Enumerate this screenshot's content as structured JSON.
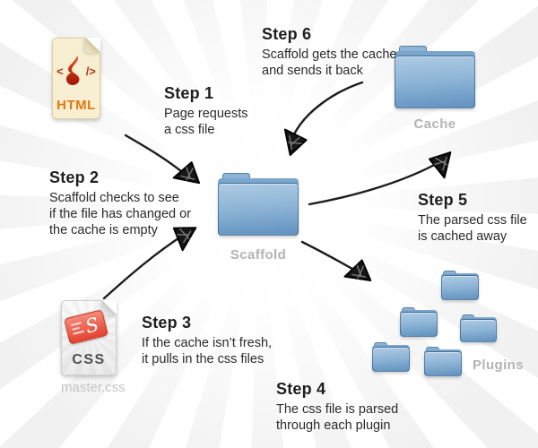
{
  "steps": [
    {
      "title": "Step 1",
      "lines": [
        "Page requests",
        "a css file"
      ]
    },
    {
      "title": "Step 2",
      "lines": [
        "Scaffold checks to see",
        "if the file has changed or",
        "the cache is empty"
      ]
    },
    {
      "title": "Step 3",
      "lines": [
        "If the cache isn’t fresh,",
        "it pulls in the css files"
      ]
    },
    {
      "title": "Step 4",
      "lines": [
        "The css file is parsed",
        "through each plugin"
      ]
    },
    {
      "title": "Step 5",
      "lines": [
        "The parsed css file",
        "is cached away"
      ]
    },
    {
      "title": "Step 6",
      "lines": [
        "Scaffold gets the cache",
        "and sends it back"
      ]
    }
  ],
  "nodes": {
    "html_file": {
      "label": "HTML",
      "bracket_left": "<",
      "bracket_right": "/>"
    },
    "css_file": {
      "label": "CSS",
      "badge_letter": "S",
      "caption": "master.css"
    },
    "scaffold": {
      "label": "Scaffold"
    },
    "cache": {
      "label": "Cache"
    },
    "plugins": {
      "label": "Plugins",
      "folder_count": 5
    }
  },
  "colors": {
    "folder_blue_top": "#aecbe4",
    "folder_blue_bottom": "#6192bf",
    "flame_red": "#cc2f10",
    "html_text_orange": "#e0790f",
    "css_badge_red": "#e24231",
    "label_gray": "#b3b3b3",
    "arrow_black": "#1c1c1c",
    "background_ray": "#f1f1f2"
  }
}
